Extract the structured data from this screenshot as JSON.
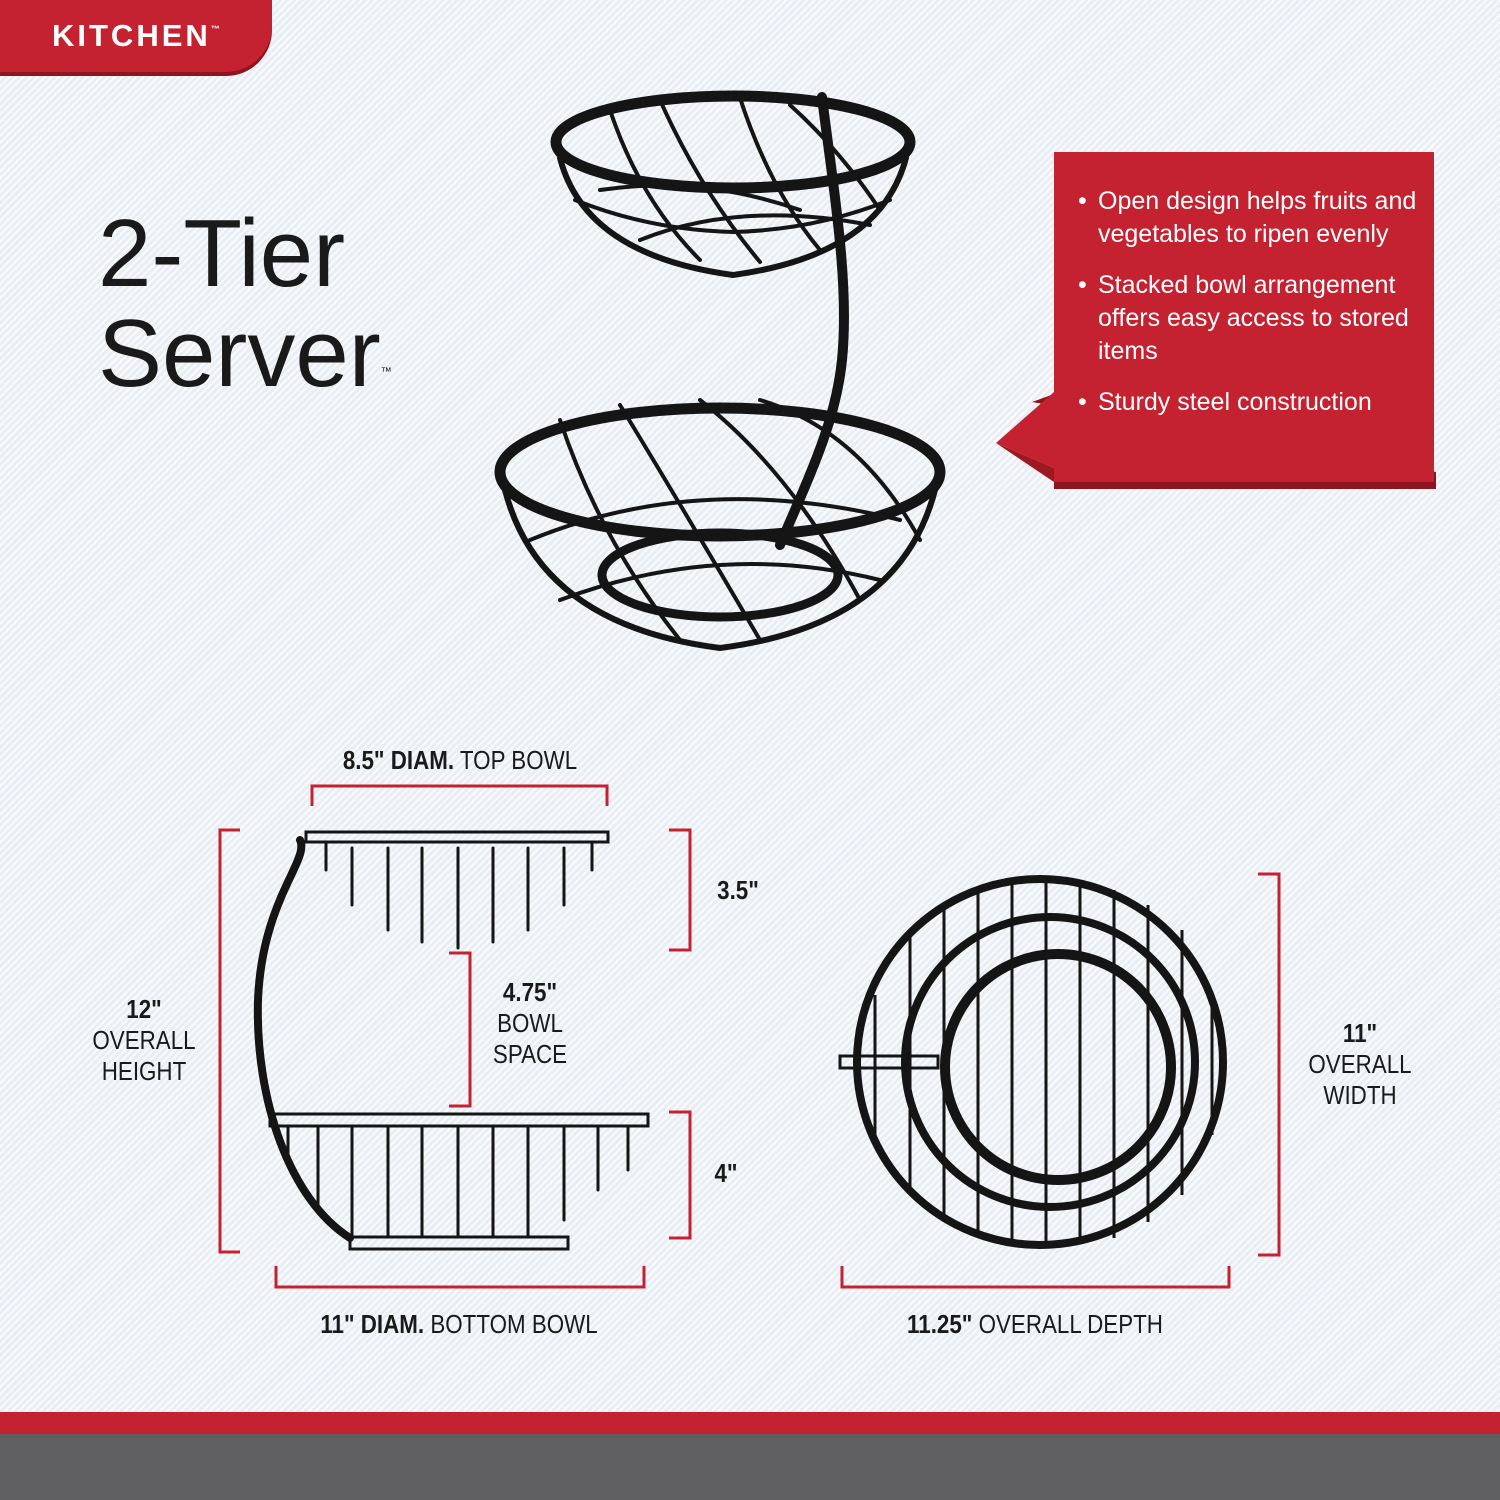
{
  "brand": {
    "name": "KITCHEN",
    "tm": "™"
  },
  "title": {
    "line1": "2-Tier",
    "line2": "Server",
    "tm": "™"
  },
  "features": [
    "Open design helps fruits and vegetables to ripen evenly",
    "Stacked bowl arrangement offers easy access to stored items",
    "Sturdy steel construction"
  ],
  "dimensions": {
    "top_bowl": {
      "value": "8.5\" DIAM.",
      "label": "TOP BOWL"
    },
    "top_bowl_height": "3.5\"",
    "bowl_space": {
      "value": "4.75\"",
      "line2": "BOWL",
      "line3": "SPACE"
    },
    "bottom_bowl_height": "4\"",
    "overall_height": {
      "value": "12\"",
      "line2": "OVERALL",
      "line3": "HEIGHT"
    },
    "bottom_bowl": {
      "value": "11\" DIAM.",
      "label": "BOTTOM BOWL"
    },
    "overall_width": {
      "value": "11\"",
      "line2": "OVERALL",
      "line3": "WIDTH"
    },
    "overall_depth": {
      "value": "11.25\"",
      "label": "OVERALL DEPTH"
    }
  },
  "colors": {
    "accent": "#c42230",
    "accent_dark": "#8e1520",
    "footer": "#5f5f61",
    "ink": "#1a1a1a"
  }
}
